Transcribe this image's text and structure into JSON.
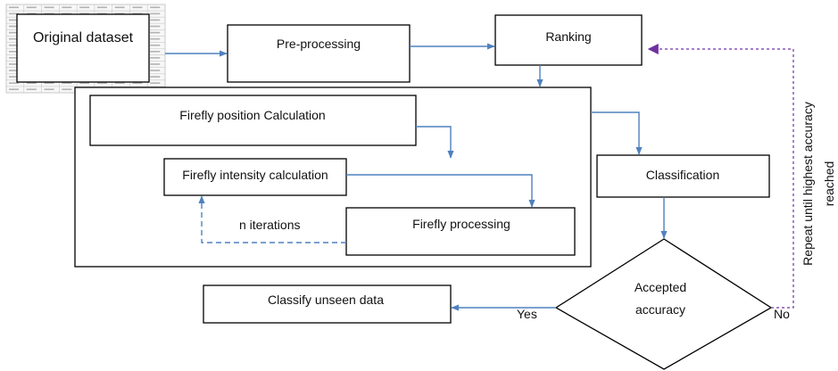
{
  "nodes": {
    "original_dataset": "Original dataset",
    "pre_processing": "Pre-processing",
    "ranking": "Ranking",
    "firefly_position": "Firefly position Calculation",
    "firefly_intensity": "Firefly intensity calculation",
    "firefly_processing": "Firefly processing",
    "classification": "Classification",
    "accepted_accuracy_line1": "Accepted",
    "accepted_accuracy_line2": "accuracy",
    "classify_unseen": "Classify unseen data"
  },
  "edge_labels": {
    "yes": "Yes",
    "no": "No",
    "n_iterations": "n iterations",
    "repeat_line1": "Repeat until highest accuracy",
    "repeat_line2": "reached"
  },
  "colors": {
    "flow_arrow": "#4f81bd",
    "loop_arrow": "#7030a0",
    "box_stroke": "#000000"
  }
}
